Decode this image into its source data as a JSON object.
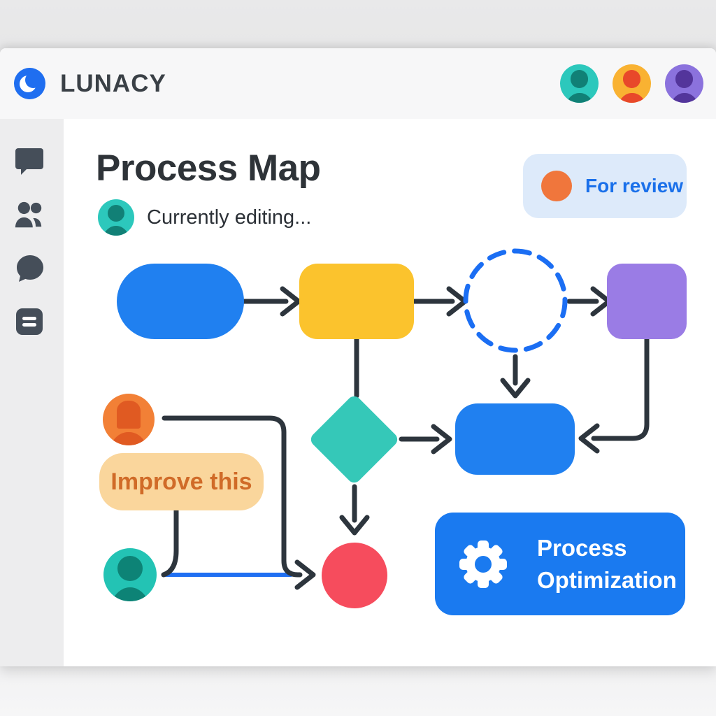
{
  "app": {
    "name": "LUNACY",
    "logo_icon": "crescent-moon-icon"
  },
  "header": {
    "avatars": [
      {
        "user": "teal-user"
      },
      {
        "user": "orange-user"
      },
      {
        "user": "purple-user"
      }
    ]
  },
  "sidebar": {
    "items": [
      {
        "icon": "chat-square-icon"
      },
      {
        "icon": "users-icon"
      },
      {
        "icon": "chat-round-icon"
      },
      {
        "icon": "notes-icon"
      }
    ]
  },
  "canvas": {
    "title": "Process Map",
    "editing_status": "Currently editing...",
    "review_badge": {
      "label": "For review",
      "dot_color": "#f0763c"
    },
    "annotation": {
      "label": "Improve this"
    },
    "cta": {
      "icon": "gear-icon",
      "line1": "Process",
      "line2": "Optimization"
    },
    "flowchart": {
      "nodes": [
        {
          "id": "start",
          "shape": "pill",
          "color": "#2080f0"
        },
        {
          "id": "step-2",
          "shape": "rounded-rect",
          "color": "#fbc32d"
        },
        {
          "id": "placeholder",
          "shape": "dashed-circle",
          "color": "#1b6ef3"
        },
        {
          "id": "step-4",
          "shape": "rounded-square",
          "color": "#9a7ce5"
        },
        {
          "id": "decision",
          "shape": "diamond",
          "color": "#35c8b8"
        },
        {
          "id": "step-6",
          "shape": "rounded-rect",
          "color": "#2080f0"
        },
        {
          "id": "end",
          "shape": "circle",
          "color": "#f64c5d"
        }
      ],
      "connectors": [
        "start->step-2",
        "step-2->placeholder",
        "placeholder->step-4",
        "step-2->decision",
        "placeholder->step-6",
        "step-4->step-6",
        "decision->step-6",
        "decision->end",
        "orange-user->end",
        "annotation->end-highlighted"
      ]
    }
  },
  "colors": {
    "logo-blue": "#1f6ef0",
    "flow-blue": "#2080f0",
    "flow-yellow": "#fbc32d",
    "flow-purple": "#9a7ce5",
    "flow-teal": "#35c8b8",
    "flow-red": "#f64c5d",
    "dashed-blue": "#1b6ef3",
    "blue-line": "#1f6ff2",
    "badge-bg": "#ddeafa",
    "badge-text": "#1a70ea",
    "badge-dot": "#f0763c",
    "improve-bg": "#fad69c",
    "improve-text": "#d06b28",
    "cta-blue": "#1a7af0",
    "line-dark": "#2d353d",
    "av-teal-bg": "#2cc8bc",
    "av-teal-fg": "#118076",
    "av-orange-bg": "#f9b232",
    "av-orange-fg": "#e8482a",
    "av-purple-bg": "#8b72dd",
    "av-purple-fg": "#53359b",
    "av-canvas-orange-bg": "#f28036",
    "av-canvas-orange-fg": "#e05a22",
    "av-canvas-teal-bg": "#23c3b4",
    "av-canvas-teal-fg": "#0d8376"
  }
}
